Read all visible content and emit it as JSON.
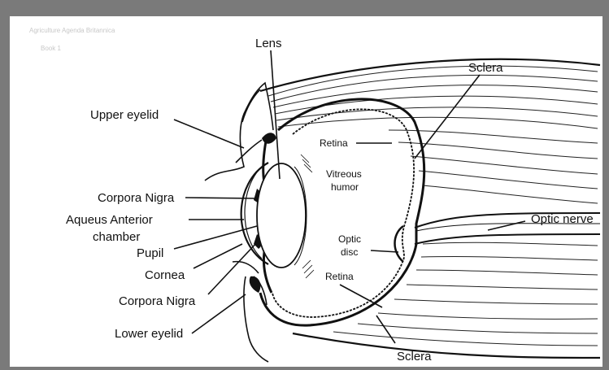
{
  "watermark": {
    "line1": "Agriculture Agenda Britannica",
    "line2": "Book 1"
  },
  "labels": {
    "lens": "Lens",
    "sclera_top": "Sclera",
    "upper_eyelid": "Upper eyelid",
    "retina_top": "Retina",
    "vitreous_line1": "Vitreous",
    "vitreous_line2": "humor",
    "corpora_nigra_top": "Corpora Nigra",
    "aqueous_line1": "Aqueus Anterior",
    "aqueous_line2": "chamber",
    "optic_nerve": "Optic nerve",
    "optic_disc_line1": "Optic",
    "optic_disc_line2": "disc",
    "pupil": "Pupil",
    "cornea": "Cornea",
    "retina_bottom": "Retina",
    "corpora_nigra_bottom": "Corpora Nigra",
    "lower_eyelid": "Lower eyelid",
    "sclera_bottom": "Sclera"
  },
  "colors": {
    "frame": "#7a7a7a",
    "ink": "#111111",
    "paper": "#ffffff"
  }
}
